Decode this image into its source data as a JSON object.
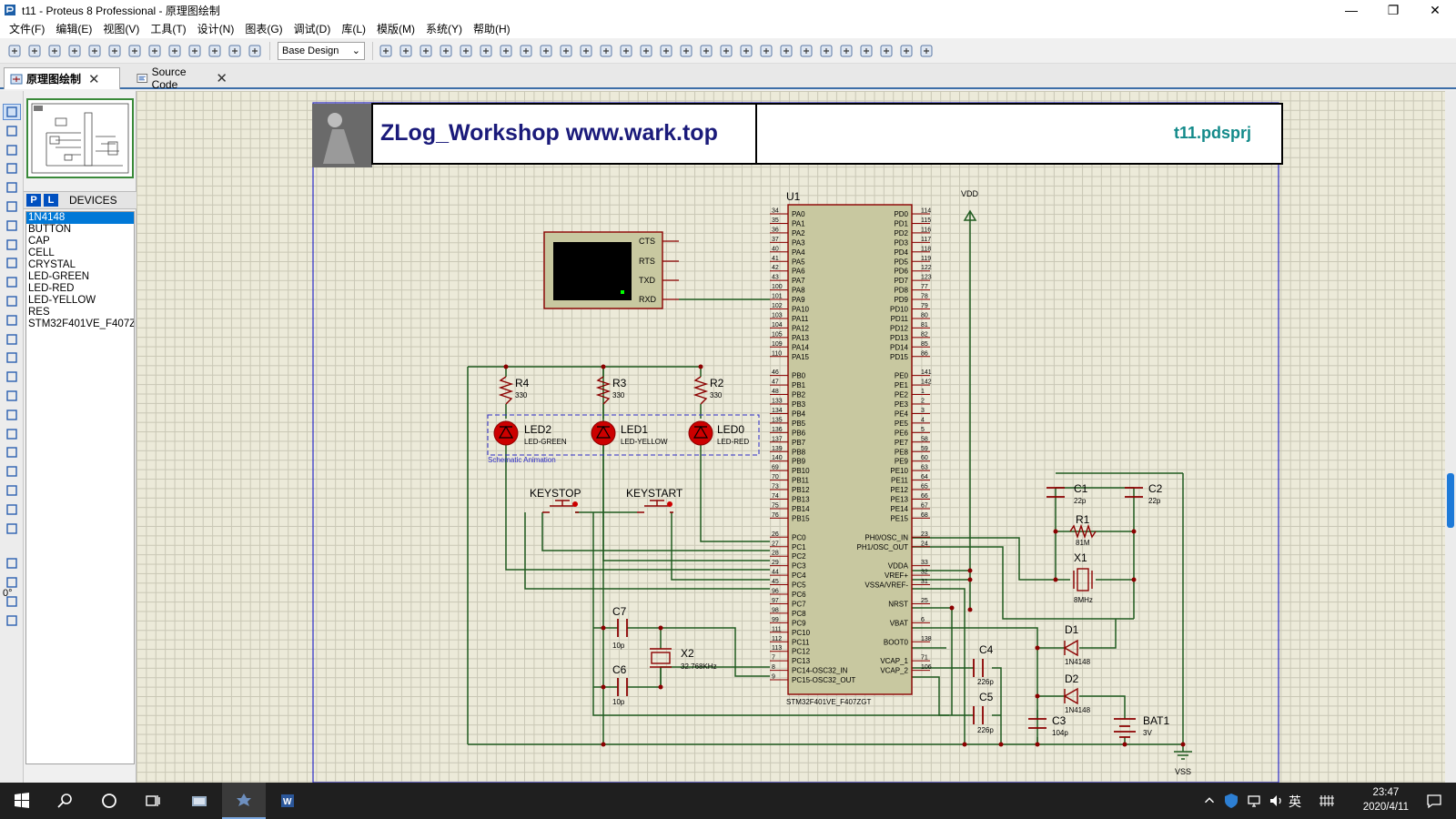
{
  "window": {
    "title": "t11 - Proteus 8 Professional - 原理图绘制",
    "minimize_glyph": "—",
    "maximize_glyph": "❐",
    "close_glyph": "✕"
  },
  "menu": {
    "items": [
      "文件(F)",
      "编辑(E)",
      "视图(V)",
      "工具(T)",
      "设计(N)",
      "图表(G)",
      "调试(D)",
      "库(L)",
      "模版(M)",
      "系统(Y)",
      "帮助(H)"
    ]
  },
  "toolbar": {
    "design_select_value": "Base Design",
    "left_icons": [
      "new-file-icon",
      "open-folder-icon",
      "save-icon",
      "import-icon",
      "home-icon",
      "schematic-capture-icon",
      "pcb-layout-icon",
      "gerber-icon",
      "3d-view-icon",
      "bom-icon",
      "design-explorer-icon",
      "pdf-icon",
      "help-icon"
    ],
    "right_icons": [
      "refresh-icon",
      "grid-icon",
      "origin-icon",
      "pan-icon",
      "zoom-in-icon",
      "zoom-out-icon",
      "zoom-all-icon",
      "zoom-area-icon",
      "undo-icon",
      "redo-icon",
      "cut-icon",
      "copy-icon",
      "paste-icon",
      "block-copy-icon",
      "block-move-icon",
      "block-rotate-icon",
      "block-delete-icon",
      "pick-device-icon",
      "make-device-icon",
      "packaging-icon",
      "decompose-icon",
      "wire-autorouter-icon",
      "search-icon",
      "property-tool-icon",
      "new-sheet-icon",
      "delete-sheet-icon",
      "goto-sheet-icon",
      "export-icon"
    ]
  },
  "tabs": [
    {
      "label": "原理图绘制",
      "active": true
    },
    {
      "label": "Source Code",
      "active": false
    }
  ],
  "left_tools": {
    "icons": [
      "selection-icon",
      "component-icon",
      "junction-dot-icon",
      "wire-label-icon",
      "text-script-icon",
      "bus-icon",
      "subcircuit-icon",
      "terminals-icon",
      "device-pin-icon",
      "graph-icon",
      "tape-recorder-icon",
      "generator-icon",
      "voltage-probe-icon",
      "current-probe-icon",
      "virtual-instrument-icon",
      "line-icon",
      "box-icon",
      "circle-icon",
      "arc-icon",
      "path-icon",
      "text-icon",
      "symbol-icon",
      "marker-icon",
      "rotate-cw-icon",
      "rotate-ccw-icon",
      "flip-horizontal-icon",
      "flip-vertical-icon"
    ],
    "rotation_value": "0°"
  },
  "devices": {
    "badge_p": "P",
    "badge_l": "L",
    "title": "DEVICES",
    "items": [
      "1N4148",
      "BUTTON",
      "CAP",
      "CELL",
      "CRYSTAL",
      "LED-GREEN",
      "LED-RED",
      "LED-YELLOW",
      "RES",
      "STM32F401VE_F407ZGT"
    ],
    "selected_index": 0
  },
  "schematic": {
    "header_brand": "ZLog_Workshop  www.wark.top",
    "header_file": "t11.pdsprj",
    "mcu": {
      "ref": "U1",
      "part": "STM32F401VE_F407ZGT",
      "left_pins": [
        {
          "num": "34",
          "name": "PA0"
        },
        {
          "num": "35",
          "name": "PA1"
        },
        {
          "num": "36",
          "name": "PA2"
        },
        {
          "num": "37",
          "name": "PA3"
        },
        {
          "num": "40",
          "name": "PA4"
        },
        {
          "num": "41",
          "name": "PA5"
        },
        {
          "num": "42",
          "name": "PA6"
        },
        {
          "num": "43",
          "name": "PA7"
        },
        {
          "num": "100",
          "name": "PA8"
        },
        {
          "num": "101",
          "name": "PA9"
        },
        {
          "num": "102",
          "name": "PA10"
        },
        {
          "num": "103",
          "name": "PA11"
        },
        {
          "num": "104",
          "name": "PA12"
        },
        {
          "num": "105",
          "name": "PA13"
        },
        {
          "num": "109",
          "name": "PA14"
        },
        {
          "num": "110",
          "name": "PA15"
        },
        {
          "num": "",
          "name": ""
        },
        {
          "num": "46",
          "name": "PB0"
        },
        {
          "num": "47",
          "name": "PB1"
        },
        {
          "num": "48",
          "name": "PB2"
        },
        {
          "num": "133",
          "name": "PB3"
        },
        {
          "num": "134",
          "name": "PB4"
        },
        {
          "num": "135",
          "name": "PB5"
        },
        {
          "num": "136",
          "name": "PB6"
        },
        {
          "num": "137",
          "name": "PB7"
        },
        {
          "num": "139",
          "name": "PB8"
        },
        {
          "num": "140",
          "name": "PB9"
        },
        {
          "num": "69",
          "name": "PB10"
        },
        {
          "num": "70",
          "name": "PB11"
        },
        {
          "num": "73",
          "name": "PB12"
        },
        {
          "num": "74",
          "name": "PB13"
        },
        {
          "num": "75",
          "name": "PB14"
        },
        {
          "num": "76",
          "name": "PB15"
        },
        {
          "num": "",
          "name": ""
        },
        {
          "num": "26",
          "name": "PC0"
        },
        {
          "num": "27",
          "name": "PC1"
        },
        {
          "num": "28",
          "name": "PC2"
        },
        {
          "num": "29",
          "name": "PC3"
        },
        {
          "num": "44",
          "name": "PC4"
        },
        {
          "num": "45",
          "name": "PC5"
        },
        {
          "num": "96",
          "name": "PC6"
        },
        {
          "num": "97",
          "name": "PC7"
        },
        {
          "num": "98",
          "name": "PC8"
        },
        {
          "num": "99",
          "name": "PC9"
        },
        {
          "num": "111",
          "name": "PC10"
        },
        {
          "num": "112",
          "name": "PC11"
        },
        {
          "num": "113",
          "name": "PC12"
        },
        {
          "num": "7",
          "name": "PC13"
        },
        {
          "num": "8",
          "name": "PC14-OSC32_IN"
        },
        {
          "num": "9",
          "name": "PC15-OSC32_OUT"
        }
      ],
      "right_pins": [
        {
          "num": "114",
          "name": "PD0"
        },
        {
          "num": "115",
          "name": "PD1"
        },
        {
          "num": "116",
          "name": "PD2"
        },
        {
          "num": "117",
          "name": "PD3"
        },
        {
          "num": "118",
          "name": "PD4"
        },
        {
          "num": "119",
          "name": "PD5"
        },
        {
          "num": "122",
          "name": "PD6"
        },
        {
          "num": "123",
          "name": "PD7"
        },
        {
          "num": "77",
          "name": "PD8"
        },
        {
          "num": "78",
          "name": "PD9"
        },
        {
          "num": "79",
          "name": "PD10"
        },
        {
          "num": "80",
          "name": "PD11"
        },
        {
          "num": "81",
          "name": "PD12"
        },
        {
          "num": "82",
          "name": "PD13"
        },
        {
          "num": "85",
          "name": "PD14"
        },
        {
          "num": "86",
          "name": "PD15"
        },
        {
          "num": "",
          "name": ""
        },
        {
          "num": "141",
          "name": "PE0"
        },
        {
          "num": "142",
          "name": "PE1"
        },
        {
          "num": "1",
          "name": "PE2"
        },
        {
          "num": "2",
          "name": "PE3"
        },
        {
          "num": "3",
          "name": "PE4"
        },
        {
          "num": "4",
          "name": "PE5"
        },
        {
          "num": "5",
          "name": "PE6"
        },
        {
          "num": "58",
          "name": "PE7"
        },
        {
          "num": "59",
          "name": "PE8"
        },
        {
          "num": "60",
          "name": "PE9"
        },
        {
          "num": "63",
          "name": "PE10"
        },
        {
          "num": "64",
          "name": "PE11"
        },
        {
          "num": "65",
          "name": "PE12"
        },
        {
          "num": "66",
          "name": "PE13"
        },
        {
          "num": "67",
          "name": "PE14"
        },
        {
          "num": "68",
          "name": "PE15"
        },
        {
          "num": "",
          "name": ""
        },
        {
          "num": "23",
          "name": "PH0/OSC_IN"
        },
        {
          "num": "24",
          "name": "PH1/OSC_OUT"
        },
        {
          "num": "",
          "name": ""
        },
        {
          "num": "33",
          "name": "VDDA"
        },
        {
          "num": "32",
          "name": "VREF+"
        },
        {
          "num": "31",
          "name": "VSSA/VREF-"
        },
        {
          "num": "",
          "name": ""
        },
        {
          "num": "25",
          "name": "NRST"
        },
        {
          "num": "",
          "name": ""
        },
        {
          "num": "6",
          "name": "VBAT"
        },
        {
          "num": "",
          "name": ""
        },
        {
          "num": "138",
          "name": "BOOT0"
        },
        {
          "num": "",
          "name": ""
        },
        {
          "num": "71",
          "name": "VCAP_1"
        },
        {
          "num": "106",
          "name": "VCAP_2"
        }
      ]
    },
    "terminal": {
      "pins": [
        "CTS",
        "RTS",
        "TXD",
        "RXD"
      ]
    },
    "resistors": [
      {
        "ref": "R4",
        "value": "330"
      },
      {
        "ref": "R3",
        "value": "330"
      },
      {
        "ref": "R2",
        "value": "330"
      },
      {
        "ref": "R1",
        "value": "81M"
      }
    ],
    "leds": [
      {
        "ref": "LED2",
        "part": "LED-GREEN"
      },
      {
        "ref": "LED1",
        "part": "LED-YELLOW"
      },
      {
        "ref": "LED0",
        "part": "LED-RED"
      }
    ],
    "animation_label": "Schematic Animation",
    "buttons": [
      {
        "ref": "KEYSTOP"
      },
      {
        "ref": "KEYSTART"
      }
    ],
    "capacitors": [
      {
        "ref": "C7",
        "value": "10p"
      },
      {
        "ref": "C6",
        "value": "10p"
      },
      {
        "ref": "C1",
        "value": "22p"
      },
      {
        "ref": "C2",
        "value": "22p"
      },
      {
        "ref": "C4",
        "value": "226p"
      },
      {
        "ref": "C5",
        "value": "226p"
      },
      {
        "ref": "C3",
        "value": "104p"
      }
    ],
    "crystals": [
      {
        "ref": "X2",
        "value": "32.768KHz"
      },
      {
        "ref": "X1",
        "value": "8MHz"
      }
    ],
    "diodes": [
      {
        "ref": "D1",
        "part": "1N4148"
      },
      {
        "ref": "D2",
        "part": "1N4148"
      }
    ],
    "battery": {
      "ref": "BAT1",
      "value": "3V"
    },
    "power": {
      "vdd": "VDD",
      "vss": "VSS"
    }
  },
  "taskbar": {
    "ime": "英",
    "time": "23:47",
    "date": "2020/4/11"
  },
  "colors": {
    "accent": "#0078d7",
    "canvas": "#ecead9",
    "grid": "#c9c7b5",
    "component_fill": "#c8c8a0",
    "component_outline": "#8b0000",
    "wire": "#1f5a1f",
    "header_text": "#1a1a7a",
    "file_text": "#138a8a"
  }
}
